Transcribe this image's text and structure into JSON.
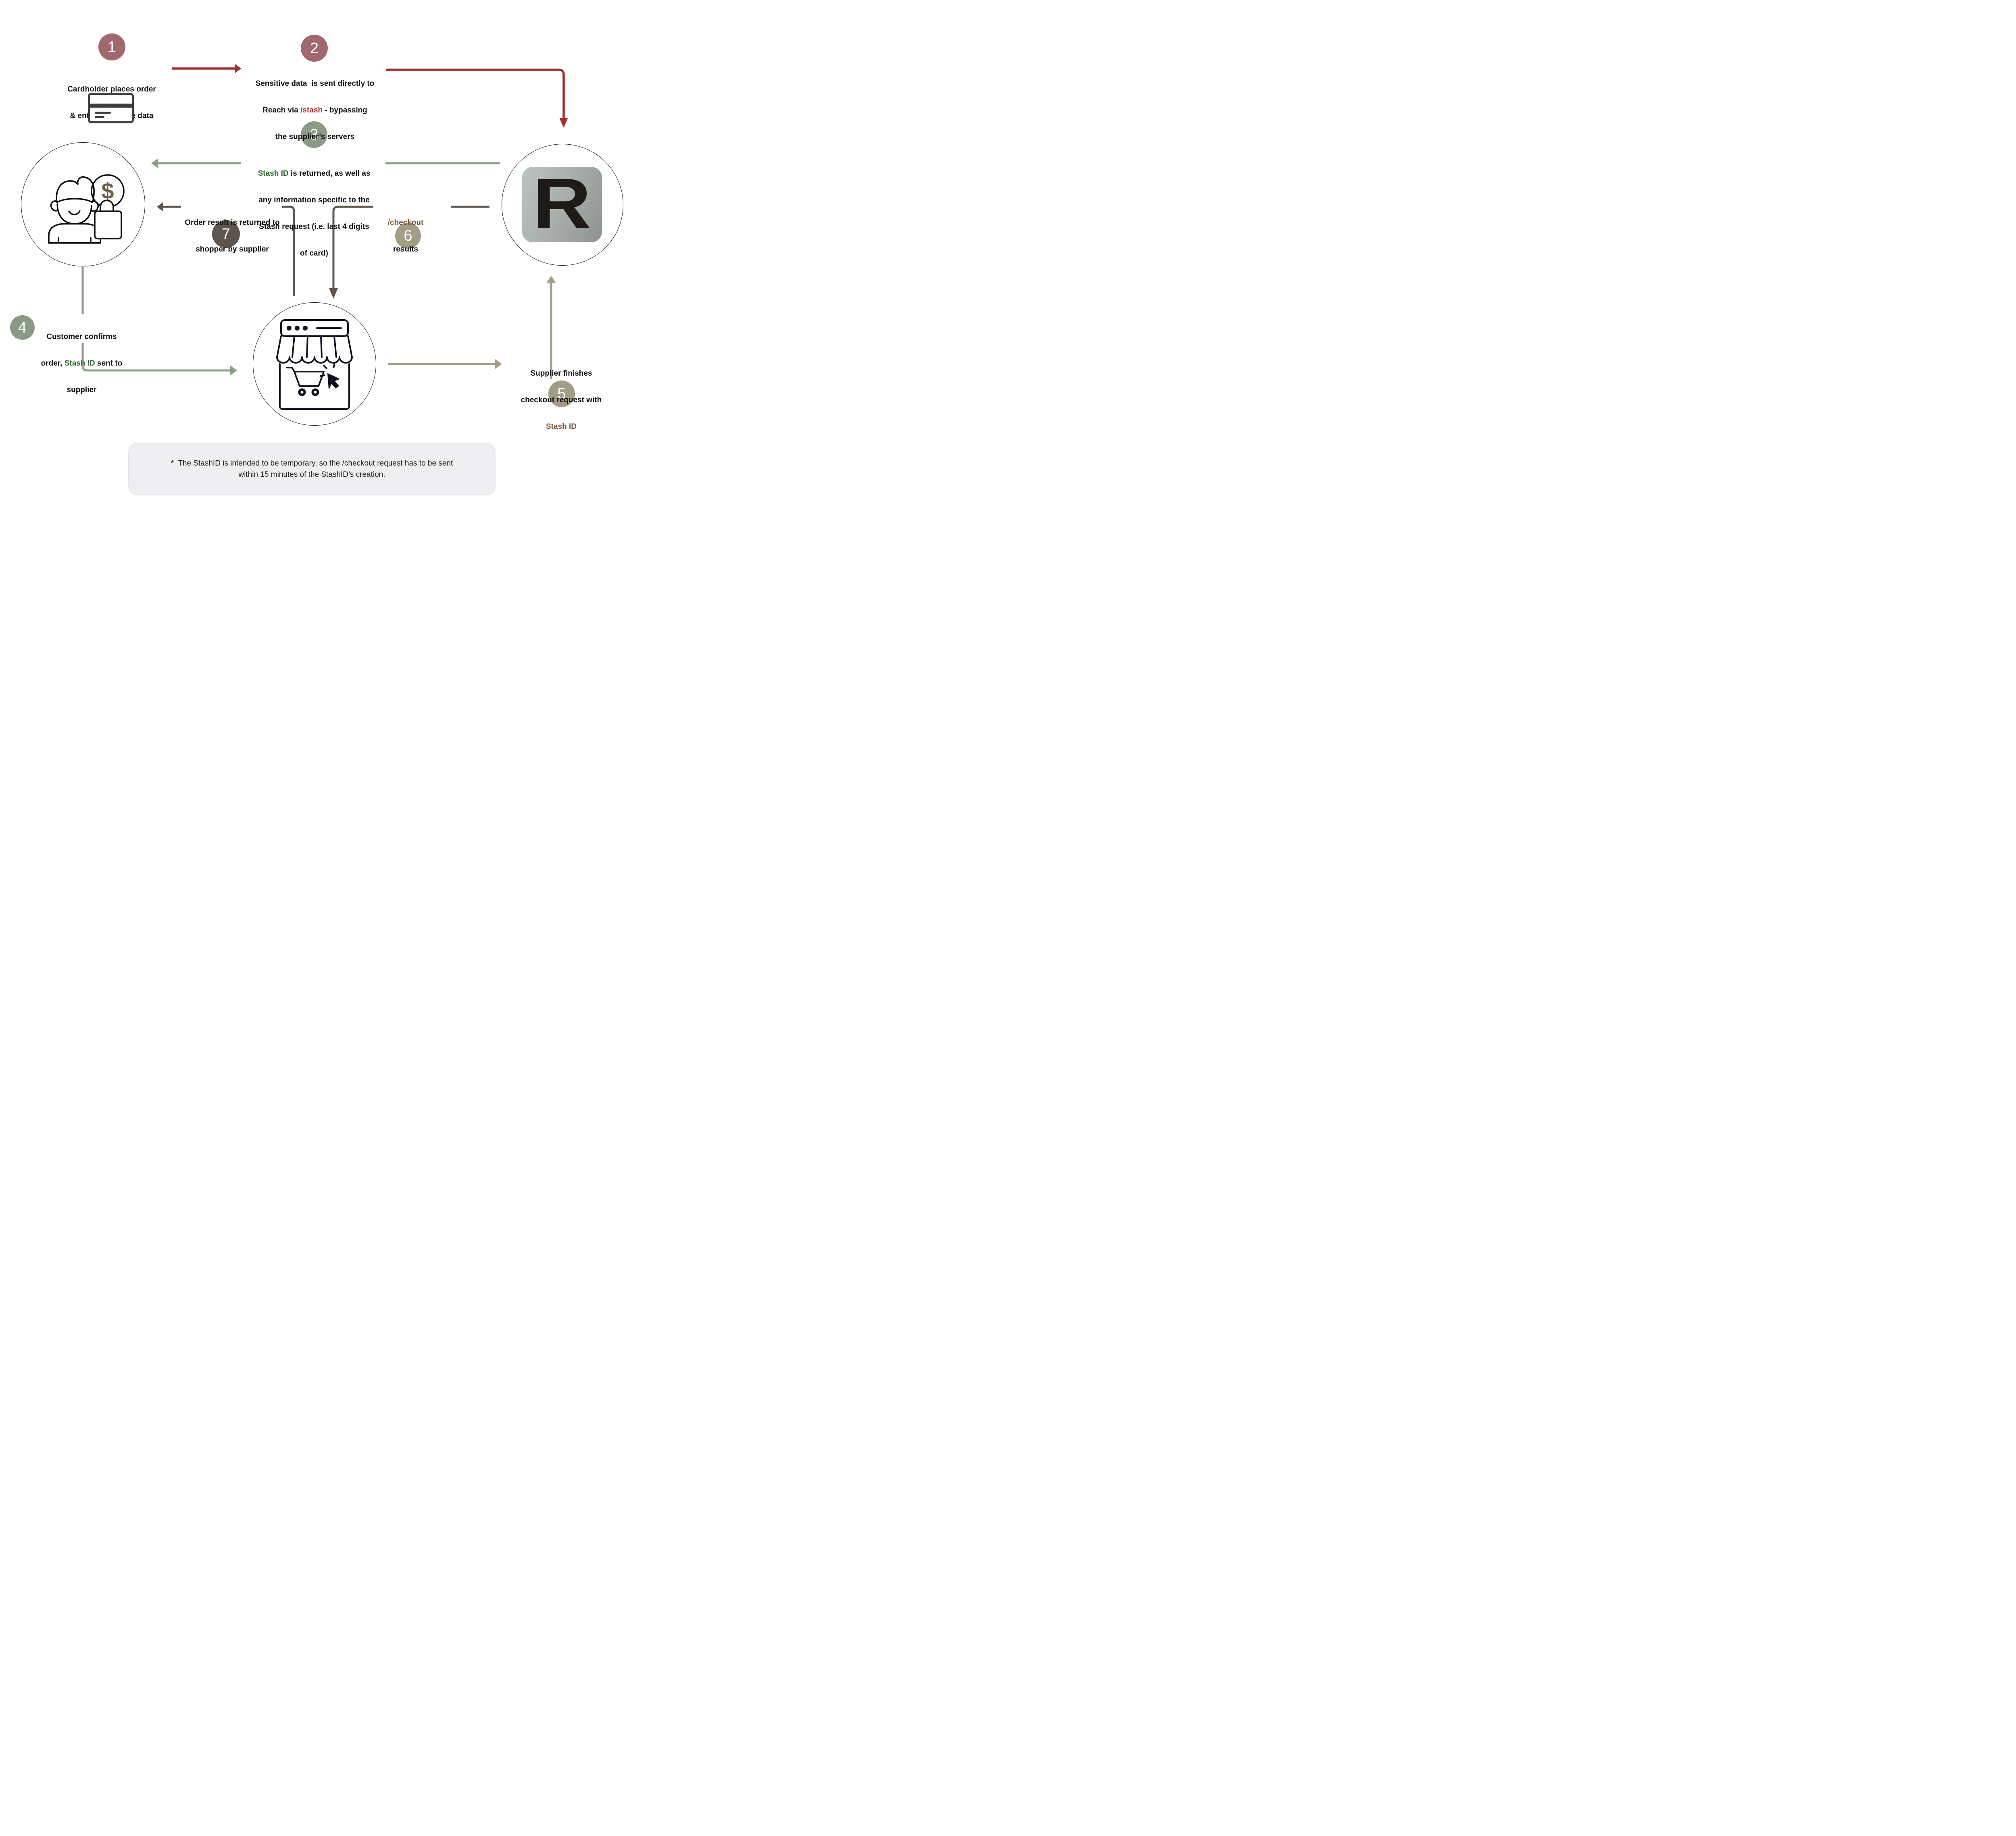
{
  "colors": {
    "rose": "#a1696e",
    "sage": "#8a9a85",
    "sage_arrow": "#8c9c8a",
    "taupe": "#a49d85",
    "dark": "#5c564f",
    "red": "#9e3030",
    "green_text": "#2e6b30",
    "brown_text": "#7a573a",
    "ink": "#121212",
    "panel_bg": "#efeff1"
  },
  "steps": {
    "s1": {
      "number": "1",
      "line1": "Cardholder places order",
      "line2": "& enters sensitive data"
    },
    "s2": {
      "number": "2",
      "line1": "Sensitive data  is sent directly to",
      "line2_pre": "Reach via ",
      "line2_accent": "/stash",
      "line2_post": " - bypassing",
      "line3": "the supplier’s servers"
    },
    "s3": {
      "number": "3",
      "line1_accent": "Stash ID",
      "line1_post": " is returned, as well as",
      "line2": "any information specific to the",
      "line3": "Stash request (i.e. last 4 digits",
      "line4": "of card)"
    },
    "s4": {
      "number": "4",
      "line1": "Customer confirms",
      "line2_pre": "order, ",
      "line2_accent": "Stash ID",
      "line2_post": " sent to",
      "line3": "supplier"
    },
    "s5": {
      "number": "5",
      "line1": "Supplier finishes",
      "line2": "checkout request with",
      "line3_accent": "Stash ID"
    },
    "s6": {
      "number": "6",
      "line1_accent": "/checkout",
      "line2": "results"
    },
    "s7": {
      "number": "7",
      "line1": "Order result is returned to",
      "line2": "shopper by supplier"
    }
  },
  "entities": {
    "reach_logo_letter": "R"
  },
  "footnote": {
    "line1": "*  The StashID is intended to be temporary, so the /checkout request has to be sent",
    "line2": "within 15 minutes of the StashID’s creation."
  }
}
